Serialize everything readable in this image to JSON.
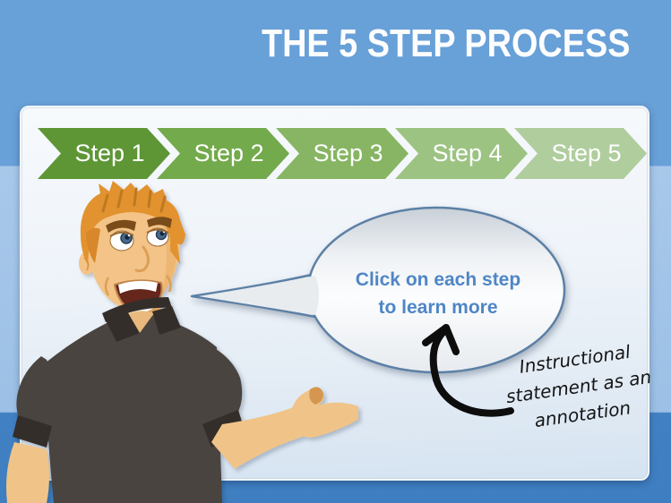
{
  "title": "THE 5 STEP PROCESS",
  "process": {
    "steps": [
      {
        "label": "Step 1",
        "color": "#5e9636"
      },
      {
        "label": "Step 2",
        "color": "#73aa4b"
      },
      {
        "label": "Step 3",
        "color": "#87b563"
      },
      {
        "label": "Step 4",
        "color": "#9dc383"
      },
      {
        "label": "Step 5",
        "color": "#b0cd9e"
      }
    ]
  },
  "speech_bubble": {
    "line1": "Click on each step",
    "line2": "to learn more",
    "text_color": "#4f86c6"
  },
  "annotation": {
    "line1": "Instructional",
    "line2": "statement as an",
    "line3": "annotation"
  },
  "character": {
    "description": "cartoon presenter man gesturing toward bubble"
  },
  "colors": {
    "bg_top": "#68a0d8",
    "bg_middle": "#9cc0e6",
    "bg_bottom": "#3e7ec1",
    "panel": "#eef3f9",
    "title_text": "#fdfdfe",
    "bubble_border": "#5c80a5",
    "arrow": "#0d0d0d"
  }
}
